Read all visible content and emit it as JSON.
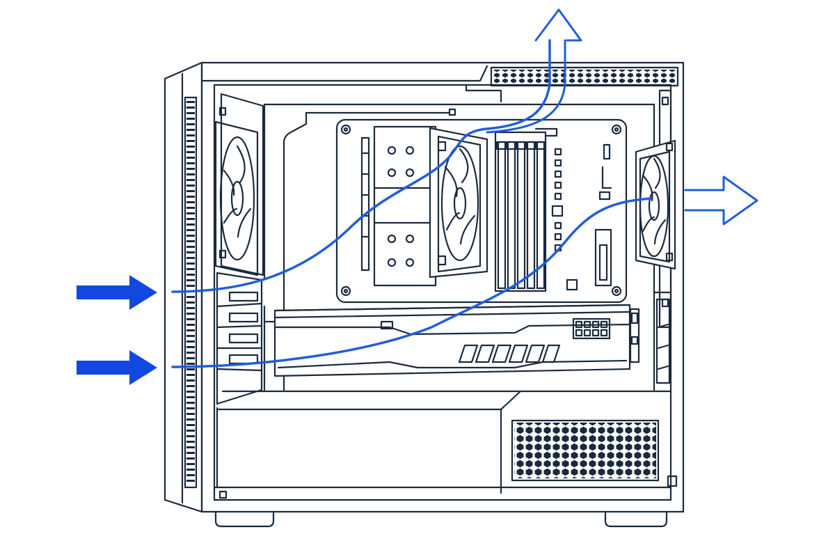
{
  "diagram": {
    "subject": "pc-case-airflow",
    "components": [
      {
        "id": "case",
        "kind": "mid-tower-chassis"
      },
      {
        "id": "front-mesh-panel",
        "kind": "intake-vent"
      },
      {
        "id": "front-fan",
        "kind": "intake-fan"
      },
      {
        "id": "motherboard",
        "kind": "board"
      },
      {
        "id": "cpu-cooler",
        "kind": "tower-heatsink-with-fan"
      },
      {
        "id": "ram",
        "kind": "memory-modules",
        "count": 4
      },
      {
        "id": "rear-fan",
        "kind": "exhaust-fan"
      },
      {
        "id": "gpu",
        "kind": "graphics-card"
      },
      {
        "id": "psu-shroud",
        "kind": "shroud"
      },
      {
        "id": "psu-vent",
        "kind": "mesh-grille"
      },
      {
        "id": "top-vent",
        "kind": "exhaust-vent"
      }
    ],
    "airflow": [
      {
        "id": "intake-upper",
        "direction": "in",
        "from": "front",
        "to": "top"
      },
      {
        "id": "intake-lower",
        "direction": "in",
        "from": "front",
        "to": "rear"
      },
      {
        "id": "exhaust-top",
        "direction": "out",
        "via": "top-vent"
      },
      {
        "id": "exhaust-rear",
        "direction": "out",
        "via": "rear-fan"
      }
    ]
  },
  "colors": {
    "line": "#1a2a3d",
    "airflow": "#1f5ddb",
    "intake_arrow": "#1248e0",
    "background": "#ffffff"
  }
}
